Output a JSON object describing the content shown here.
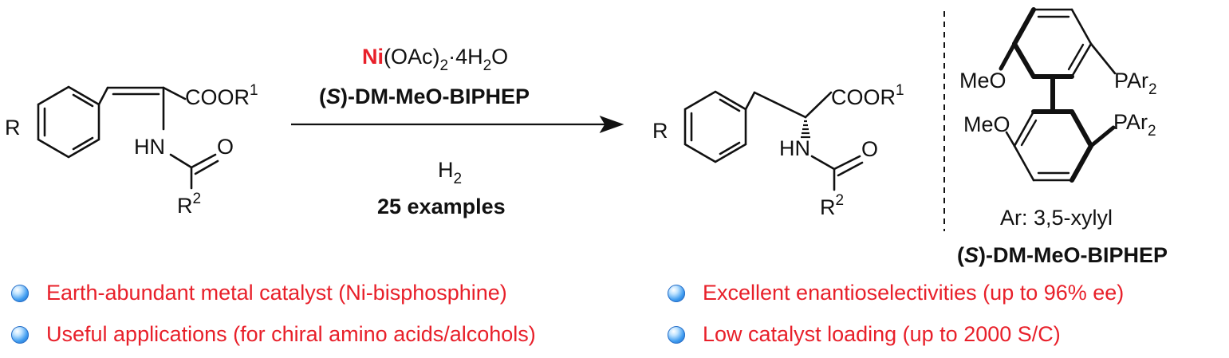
{
  "reaction": {
    "substrate": {
      "r_label": "R",
      "ester_prefix": "COOR",
      "ester_sup": "1",
      "nh_label": "HN",
      "o_label": "O",
      "r2_prefix": "R",
      "r2_sup": "2"
    },
    "conditions": {
      "metal": "Ni",
      "salt_a": "(OAc)",
      "salt_sub": "2",
      "salt_b": "·4H",
      "water_sub": "2",
      "water_end": "O",
      "ligand_open": "(",
      "ligand_s": "S",
      "ligand_rest": ")-DM-MeO-BIPHEP",
      "h2_h": "H",
      "h2_sub": "2",
      "examples": "25 examples"
    },
    "product": {
      "r_label": "R",
      "ester_prefix": "COOR",
      "ester_sup": "1",
      "nh_label": "HN",
      "o_label": "O",
      "r2_prefix": "R",
      "r2_sup": "2"
    }
  },
  "ligand_structure": {
    "meo_top": "MeO",
    "meo_bottom": "MeO",
    "par_prefix": "PAr",
    "par_sub": "2",
    "ar_note": "Ar: 3,5-xylyl",
    "name_open": "(",
    "name_s": "S",
    "name_rest": ")-DM-MeO-BIPHEP"
  },
  "features": [
    "Earth-abundant metal catalyst (Ni-bisphosphine)",
    "Excellent enantioselectivities (up to 96% ee)",
    "Useful applications (for chiral amino acids/alcohols)",
    "Low catalyst loading (up to 2000 S/C)"
  ],
  "colors": {
    "highlight": "#e8202a",
    "bullet": "#3f9cf0",
    "ink": "#111111"
  },
  "icons": [
    "blue-sphere-bullet-icon"
  ]
}
